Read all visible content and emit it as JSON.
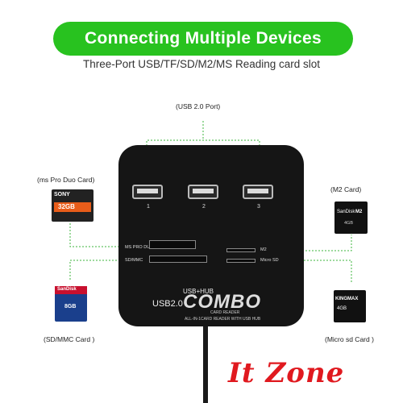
{
  "banner": {
    "title": "Connecting Multiple Devices"
  },
  "subtitle": "Three-Port USB/TF/SD/M2/MS Reading card slot",
  "labels": {
    "usb_port": "(USB 2.0 Port)",
    "ms_pro_duo": "(ms Pro Duo Card)",
    "m2_card": "(M2 Card)",
    "sd_mmc": "(SD/MMC Card )",
    "micro_sd": "(Micro sd Card )"
  },
  "hub": {
    "port_numbers": [
      "1",
      "2",
      "3"
    ],
    "slot_labels": {
      "ms_pro_duo": "MS PRO DUO",
      "sd_mmc": "SD/MMC",
      "m2": "M2",
      "micro_sd": "Micro SD"
    },
    "logo": {
      "usb_hub": "USB+HUB",
      "usb20": "USB2.0",
      "combo": "COMBO",
      "card_reader": "CARD READER",
      "tagline": "ALL-IN-1CARD READER WITH USB HUB"
    }
  },
  "cards": {
    "ms": {
      "brand": "SONY",
      "capacity": "32GB"
    },
    "sd": {
      "brand": "SanDisk",
      "capacity": "8GB"
    },
    "m2": {
      "brand": "SanDisk",
      "type": "M2",
      "capacity": "4GB"
    },
    "micro": {
      "brand": "KINGMAX",
      "capacity": "4GB"
    }
  },
  "brand": "It Zone",
  "colors": {
    "accent_green": "#28c21f",
    "brand_red": "#e0191f",
    "hub_body": "#151515",
    "guide_line": "#3cb43c"
  }
}
